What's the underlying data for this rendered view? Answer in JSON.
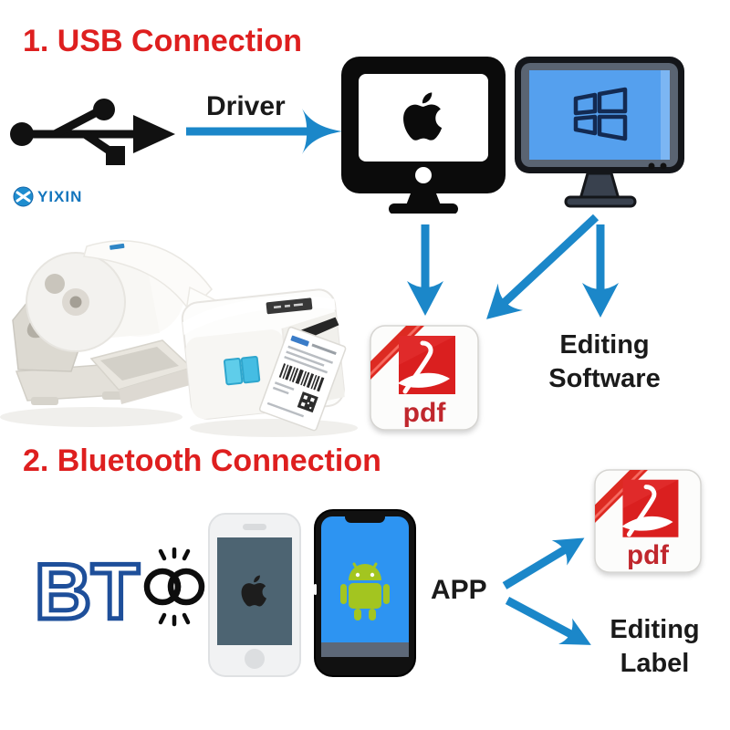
{
  "brand": {
    "logo_text": "YIXIN"
  },
  "usb_section": {
    "title": "1. USB Connection",
    "driver_label": "Driver",
    "pdf_badge": "pdf",
    "editing_software_line1": "Editing",
    "editing_software_line2": "Software"
  },
  "bluetooth_section": {
    "title": "2. Bluetooth Connection",
    "bt_logo_text": "BT",
    "app_label": "APP",
    "pdf_badge": "pdf",
    "editing_label_line1": "Editing",
    "editing_label_line2": "Label"
  },
  "icons": {
    "usb": "usb-trident-icon",
    "yixin": "yixin-circle-logo",
    "mac": "mac-computer-icon",
    "windows": "windows-computer-icon",
    "pdf": "pdf-file-icon",
    "printer": "label-printer-with-roll-photo",
    "chain": "chain-link-icon",
    "iphone": "iphone-icon",
    "android": "android-phone-icon",
    "arrows": "blue-flow-arrows"
  },
  "colors": {
    "title_red": "#de1f1f",
    "arrow_blue": "#1b87c9",
    "text_black": "#1a1a1a",
    "bt_outline_blue": "#1e4f9a",
    "pdf_red": "#da1f1f",
    "windows_screen_blue": "#55a0ee",
    "android_screen_blue": "#2d94f2",
    "android_robot_green": "#a3c520",
    "printer_button_cyan": "#52c6e8",
    "yixin_blue": "#1375bd"
  }
}
